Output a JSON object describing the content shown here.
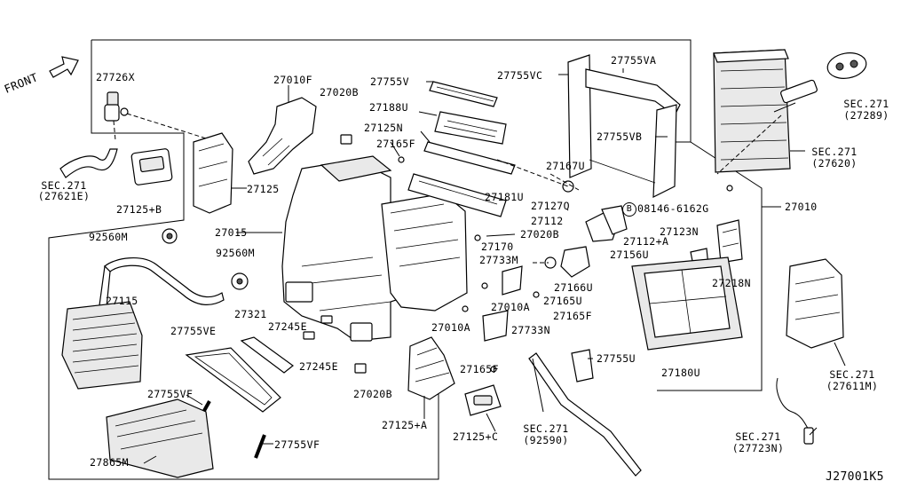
{
  "diagram_code": "J27001K5",
  "front_label": "FRONT",
  "labels": {
    "p27726X": "27726X",
    "p27010F": "27010F",
    "p27020B_top": "27020B",
    "p27755V": "27755V",
    "p27755VC": "27755VC",
    "p27755VA": "27755VA",
    "p27188U": "27188U",
    "p27125N": "27125N",
    "p27165F_top": "27165F",
    "p27755VB": "27755VB",
    "p27167U": "27167U",
    "p27181U": "27181U",
    "p27127Q": "27127Q",
    "p27112": "27112",
    "p27112A": "27112+A",
    "bolt": "08146-6162G",
    "bolt_circle": "B",
    "p27123N": "27123N",
    "p27156U": "27156U",
    "p27218N": "27218N",
    "p27010": "27010",
    "p27125": "27125",
    "p27125B": "27125+B",
    "p27015": "27015",
    "p27020B_mid": "27020B",
    "p27170": "27170",
    "p27733M": "27733M",
    "p27166U": "27166U",
    "p27165U": "27165U",
    "p27010A_1": "27010A",
    "p27165F_mid": "27165F",
    "p27010A_2": "27010A",
    "p27733N": "27733N",
    "p27180U": "27180U",
    "p92560M_1": "92560M",
    "p92560M_2": "92560M",
    "p27115": "27115",
    "p27321": "27321",
    "p27755VE": "27755VE",
    "p27245E_1": "27245E",
    "p27245E_2": "27245E",
    "p27020B_bot": "27020B",
    "p27165F_bot": "27165F",
    "p27755U": "27755U",
    "p27755VF_1": "27755VF",
    "p27755VF_2": "27755VF",
    "p27865M": "27865M",
    "p27125A": "27125+A",
    "p27125C": "27125+C"
  },
  "sections": {
    "s27621E_a": "SEC.271",
    "s27621E_b": "(27621E)",
    "s27289_a": "SEC.271",
    "s27289_b": "(27289)",
    "s27620_a": "SEC.271",
    "s27620_b": "(27620)",
    "s27611M_a": "SEC.271",
    "s27611M_b": "(27611M)",
    "s92590_a": "SEC.271",
    "s92590_b": "(92590)",
    "s27723N_a": "SEC.271",
    "s27723N_b": "(27723N)"
  }
}
